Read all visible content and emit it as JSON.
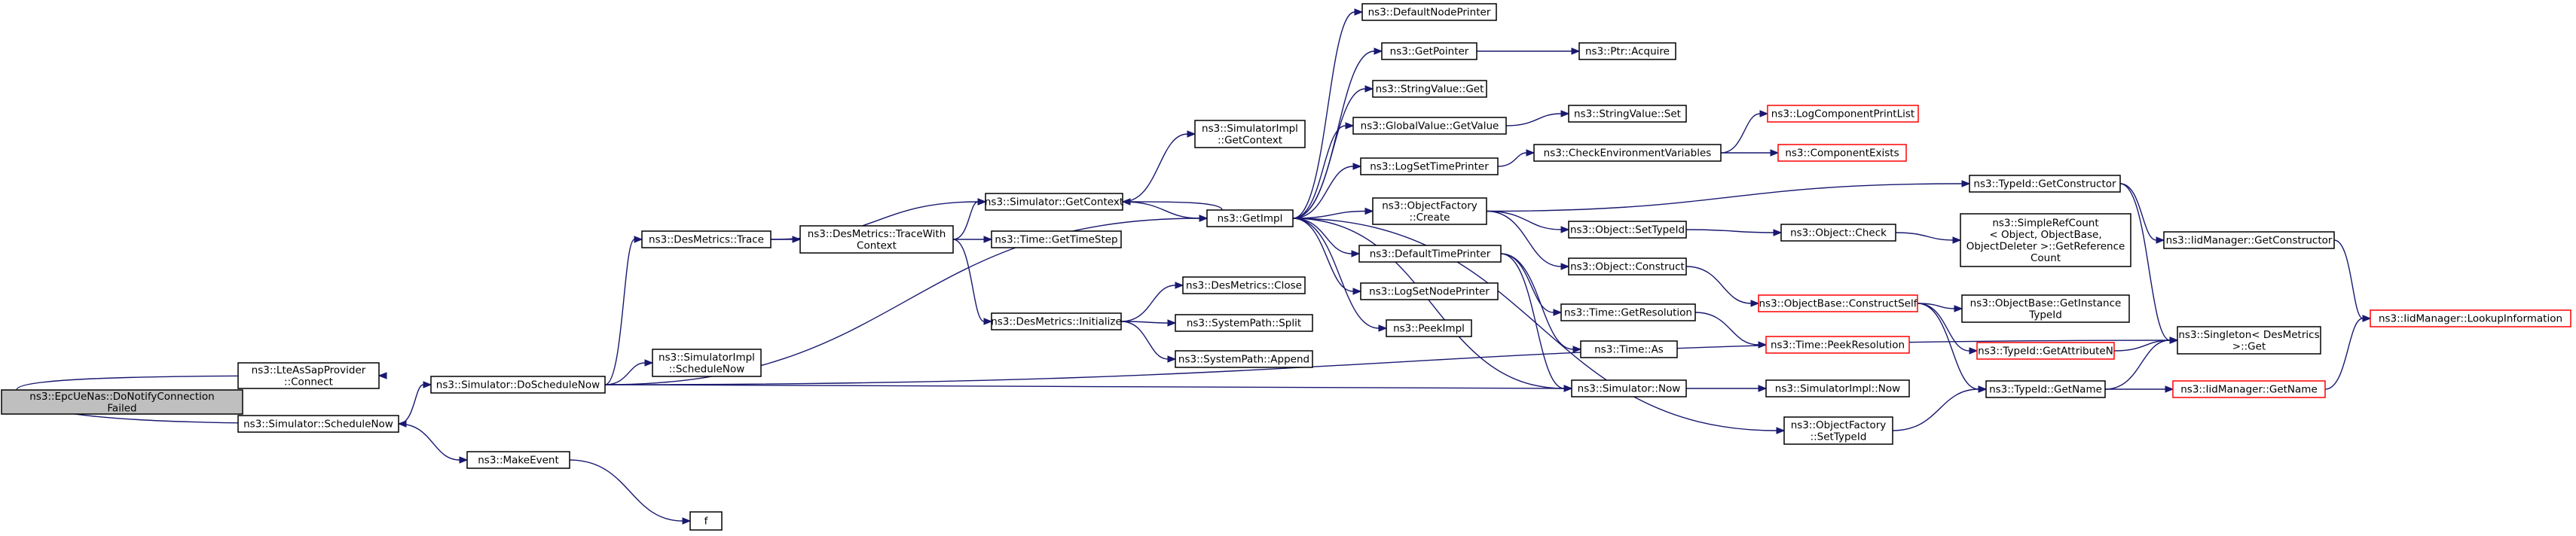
{
  "title": "",
  "colors": {
    "edge": "#191970",
    "root_fill": "#bfbfbf",
    "truncated_border": "#ff0000",
    "node_border": "#000000"
  },
  "nodes": {
    "n0": {
      "lines": [
        "ns3::EpcUeNas::DoNotifyConnection",
        "Failed"
      ],
      "style": "root"
    },
    "n1": {
      "lines": [
        "ns3::LteAsSapProvider",
        "::Connect"
      ]
    },
    "n2": {
      "lines": [
        "ns3::Simulator::ScheduleNow"
      ]
    },
    "n3": {
      "lines": [
        "ns3::Simulator::DoScheduleNow"
      ]
    },
    "n4": {
      "lines": [
        "ns3::MakeEvent"
      ]
    },
    "n5": {
      "lines": [
        "f"
      ]
    },
    "n6": {
      "lines": [
        "ns3::DesMetrics::Trace"
      ]
    },
    "n7": {
      "lines": [
        "ns3::SimulatorImpl",
        "::ScheduleNow"
      ]
    },
    "n8": {
      "lines": [
        "ns3::DesMetrics::TraceWith",
        "Context"
      ]
    },
    "n9": {
      "lines": [
        "ns3::Simulator::GetContext"
      ]
    },
    "n10": {
      "lines": [
        "ns3::Time::GetTimeStep"
      ]
    },
    "n11": {
      "lines": [
        "ns3::DesMetrics::Initialize"
      ]
    },
    "n12": {
      "lines": [
        "ns3::SimulatorImpl",
        "::GetContext"
      ]
    },
    "n13": {
      "lines": [
        "ns3::DesMetrics::Close"
      ]
    },
    "n14": {
      "lines": [
        "ns3::SystemPath::Split"
      ]
    },
    "n15": {
      "lines": [
        "ns3::SystemPath::Append"
      ]
    },
    "n16": {
      "lines": [
        "ns3::GetImpl"
      ]
    },
    "n17": {
      "lines": [
        "ns3::DefaultNodePrinter"
      ]
    },
    "n18": {
      "lines": [
        "ns3::GetPointer"
      ]
    },
    "n19": {
      "lines": [
        "ns3::StringValue::Get"
      ]
    },
    "n20": {
      "lines": [
        "ns3::GlobalValue::GetValue"
      ]
    },
    "n21": {
      "lines": [
        "ns3::LogSetTimePrinter"
      ]
    },
    "n22": {
      "lines": [
        "ns3::ObjectFactory",
        "::Create"
      ]
    },
    "n23": {
      "lines": [
        "ns3::DefaultTimePrinter"
      ]
    },
    "n24": {
      "lines": [
        "ns3::LogSetNodePrinter"
      ]
    },
    "n25": {
      "lines": [
        "ns3::PeekImpl"
      ]
    },
    "n26": {
      "lines": [
        "ns3::Ptr::Acquire"
      ]
    },
    "n27": {
      "lines": [
        "ns3::StringValue::Set"
      ]
    },
    "n28": {
      "lines": [
        "ns3::CheckEnvironmentVariables"
      ]
    },
    "n29": {
      "lines": [
        "ns3::LogComponentPrintList"
      ],
      "style": "red"
    },
    "n30": {
      "lines": [
        "ns3::ComponentExists"
      ],
      "style": "red"
    },
    "n31": {
      "lines": [
        "ns3::Object::SetTypeId"
      ]
    },
    "n32": {
      "lines": [
        "ns3::Object::Construct"
      ]
    },
    "n33": {
      "lines": [
        "ns3::Time::GetResolution"
      ]
    },
    "n34": {
      "lines": [
        "ns3::Time::As"
      ]
    },
    "n35": {
      "lines": [
        "ns3::Simulator::Now"
      ]
    },
    "n36": {
      "lines": [
        "ns3::ObjectFactory",
        "::SetTypeId"
      ]
    },
    "n37": {
      "lines": [
        "ns3::TypeId::GetConstructor"
      ]
    },
    "n38": {
      "lines": [
        "ns3::Object::Check"
      ]
    },
    "n39": {
      "lines": [
        "ns3::ObjectBase::ConstructSelf"
      ],
      "style": "red"
    },
    "n40": {
      "lines": [
        "ns3::Time::PeekResolution"
      ],
      "style": "red"
    },
    "n41": {
      "lines": [
        "ns3::SimulatorImpl::Now"
      ]
    },
    "n42": {
      "lines": [
        "ns3::SimpleRefCount",
        "< Object, ObjectBase,",
        "ObjectDeleter >::GetReference",
        "Count"
      ]
    },
    "n43": {
      "lines": [
        "ns3::ObjectBase::GetInstance",
        "TypeId"
      ]
    },
    "n44": {
      "lines": [
        "ns3::TypeId::GetAttributeN"
      ],
      "style": "red"
    },
    "n45": {
      "lines": [
        "ns3::TypeId::GetName"
      ]
    },
    "n46": {
      "lines": [
        "ns3::IidManager::GetConstructor"
      ]
    },
    "n47": {
      "lines": [
        "ns3::Singleton< DesMetrics",
        ">::Get"
      ]
    },
    "n48": {
      "lines": [
        "ns3::IidManager::GetName"
      ],
      "style": "red"
    },
    "n49": {
      "lines": [
        "ns3::IidManager::LookupInformation"
      ],
      "style": "red"
    }
  },
  "edges": [
    [
      "n0",
      "n1"
    ],
    [
      "n0",
      "n2"
    ],
    [
      "n2",
      "n3"
    ],
    [
      "n2",
      "n4"
    ],
    [
      "n4",
      "n5"
    ],
    [
      "n3",
      "n6"
    ],
    [
      "n3",
      "n7"
    ],
    [
      "n3",
      "n16"
    ],
    [
      "n3",
      "n35"
    ],
    [
      "n3",
      "n47"
    ],
    [
      "n6",
      "n8"
    ],
    [
      "n6",
      "n9"
    ],
    [
      "n8",
      "n9"
    ],
    [
      "n8",
      "n10"
    ],
    [
      "n8",
      "n11"
    ],
    [
      "n9",
      "n12"
    ],
    [
      "n9",
      "n16"
    ],
    [
      "n11",
      "n13"
    ],
    [
      "n11",
      "n14"
    ],
    [
      "n11",
      "n15"
    ],
    [
      "n16",
      "n9"
    ],
    [
      "n16",
      "n17"
    ],
    [
      "n16",
      "n18"
    ],
    [
      "n16",
      "n19"
    ],
    [
      "n16",
      "n20"
    ],
    [
      "n16",
      "n21"
    ],
    [
      "n16",
      "n22"
    ],
    [
      "n16",
      "n23"
    ],
    [
      "n16",
      "n24"
    ],
    [
      "n16",
      "n25"
    ],
    [
      "n16",
      "n35"
    ],
    [
      "n16",
      "n36"
    ],
    [
      "n18",
      "n26"
    ],
    [
      "n20",
      "n27"
    ],
    [
      "n21",
      "n28"
    ],
    [
      "n28",
      "n29"
    ],
    [
      "n28",
      "n30"
    ],
    [
      "n22",
      "n37"
    ],
    [
      "n22",
      "n31"
    ],
    [
      "n22",
      "n32"
    ],
    [
      "n31",
      "n38"
    ],
    [
      "n38",
      "n42"
    ],
    [
      "n32",
      "n39"
    ],
    [
      "n39",
      "n43"
    ],
    [
      "n39",
      "n44"
    ],
    [
      "n39",
      "n45"
    ],
    [
      "n23",
      "n33"
    ],
    [
      "n23",
      "n34"
    ],
    [
      "n23",
      "n35"
    ],
    [
      "n33",
      "n40"
    ],
    [
      "n35",
      "n41"
    ],
    [
      "n36",
      "n45"
    ],
    [
      "n37",
      "n46"
    ],
    [
      "n37",
      "n47"
    ],
    [
      "n45",
      "n47"
    ],
    [
      "n45",
      "n48"
    ],
    [
      "n44",
      "n47"
    ],
    [
      "n46",
      "n49"
    ],
    [
      "n48",
      "n49"
    ]
  ]
}
